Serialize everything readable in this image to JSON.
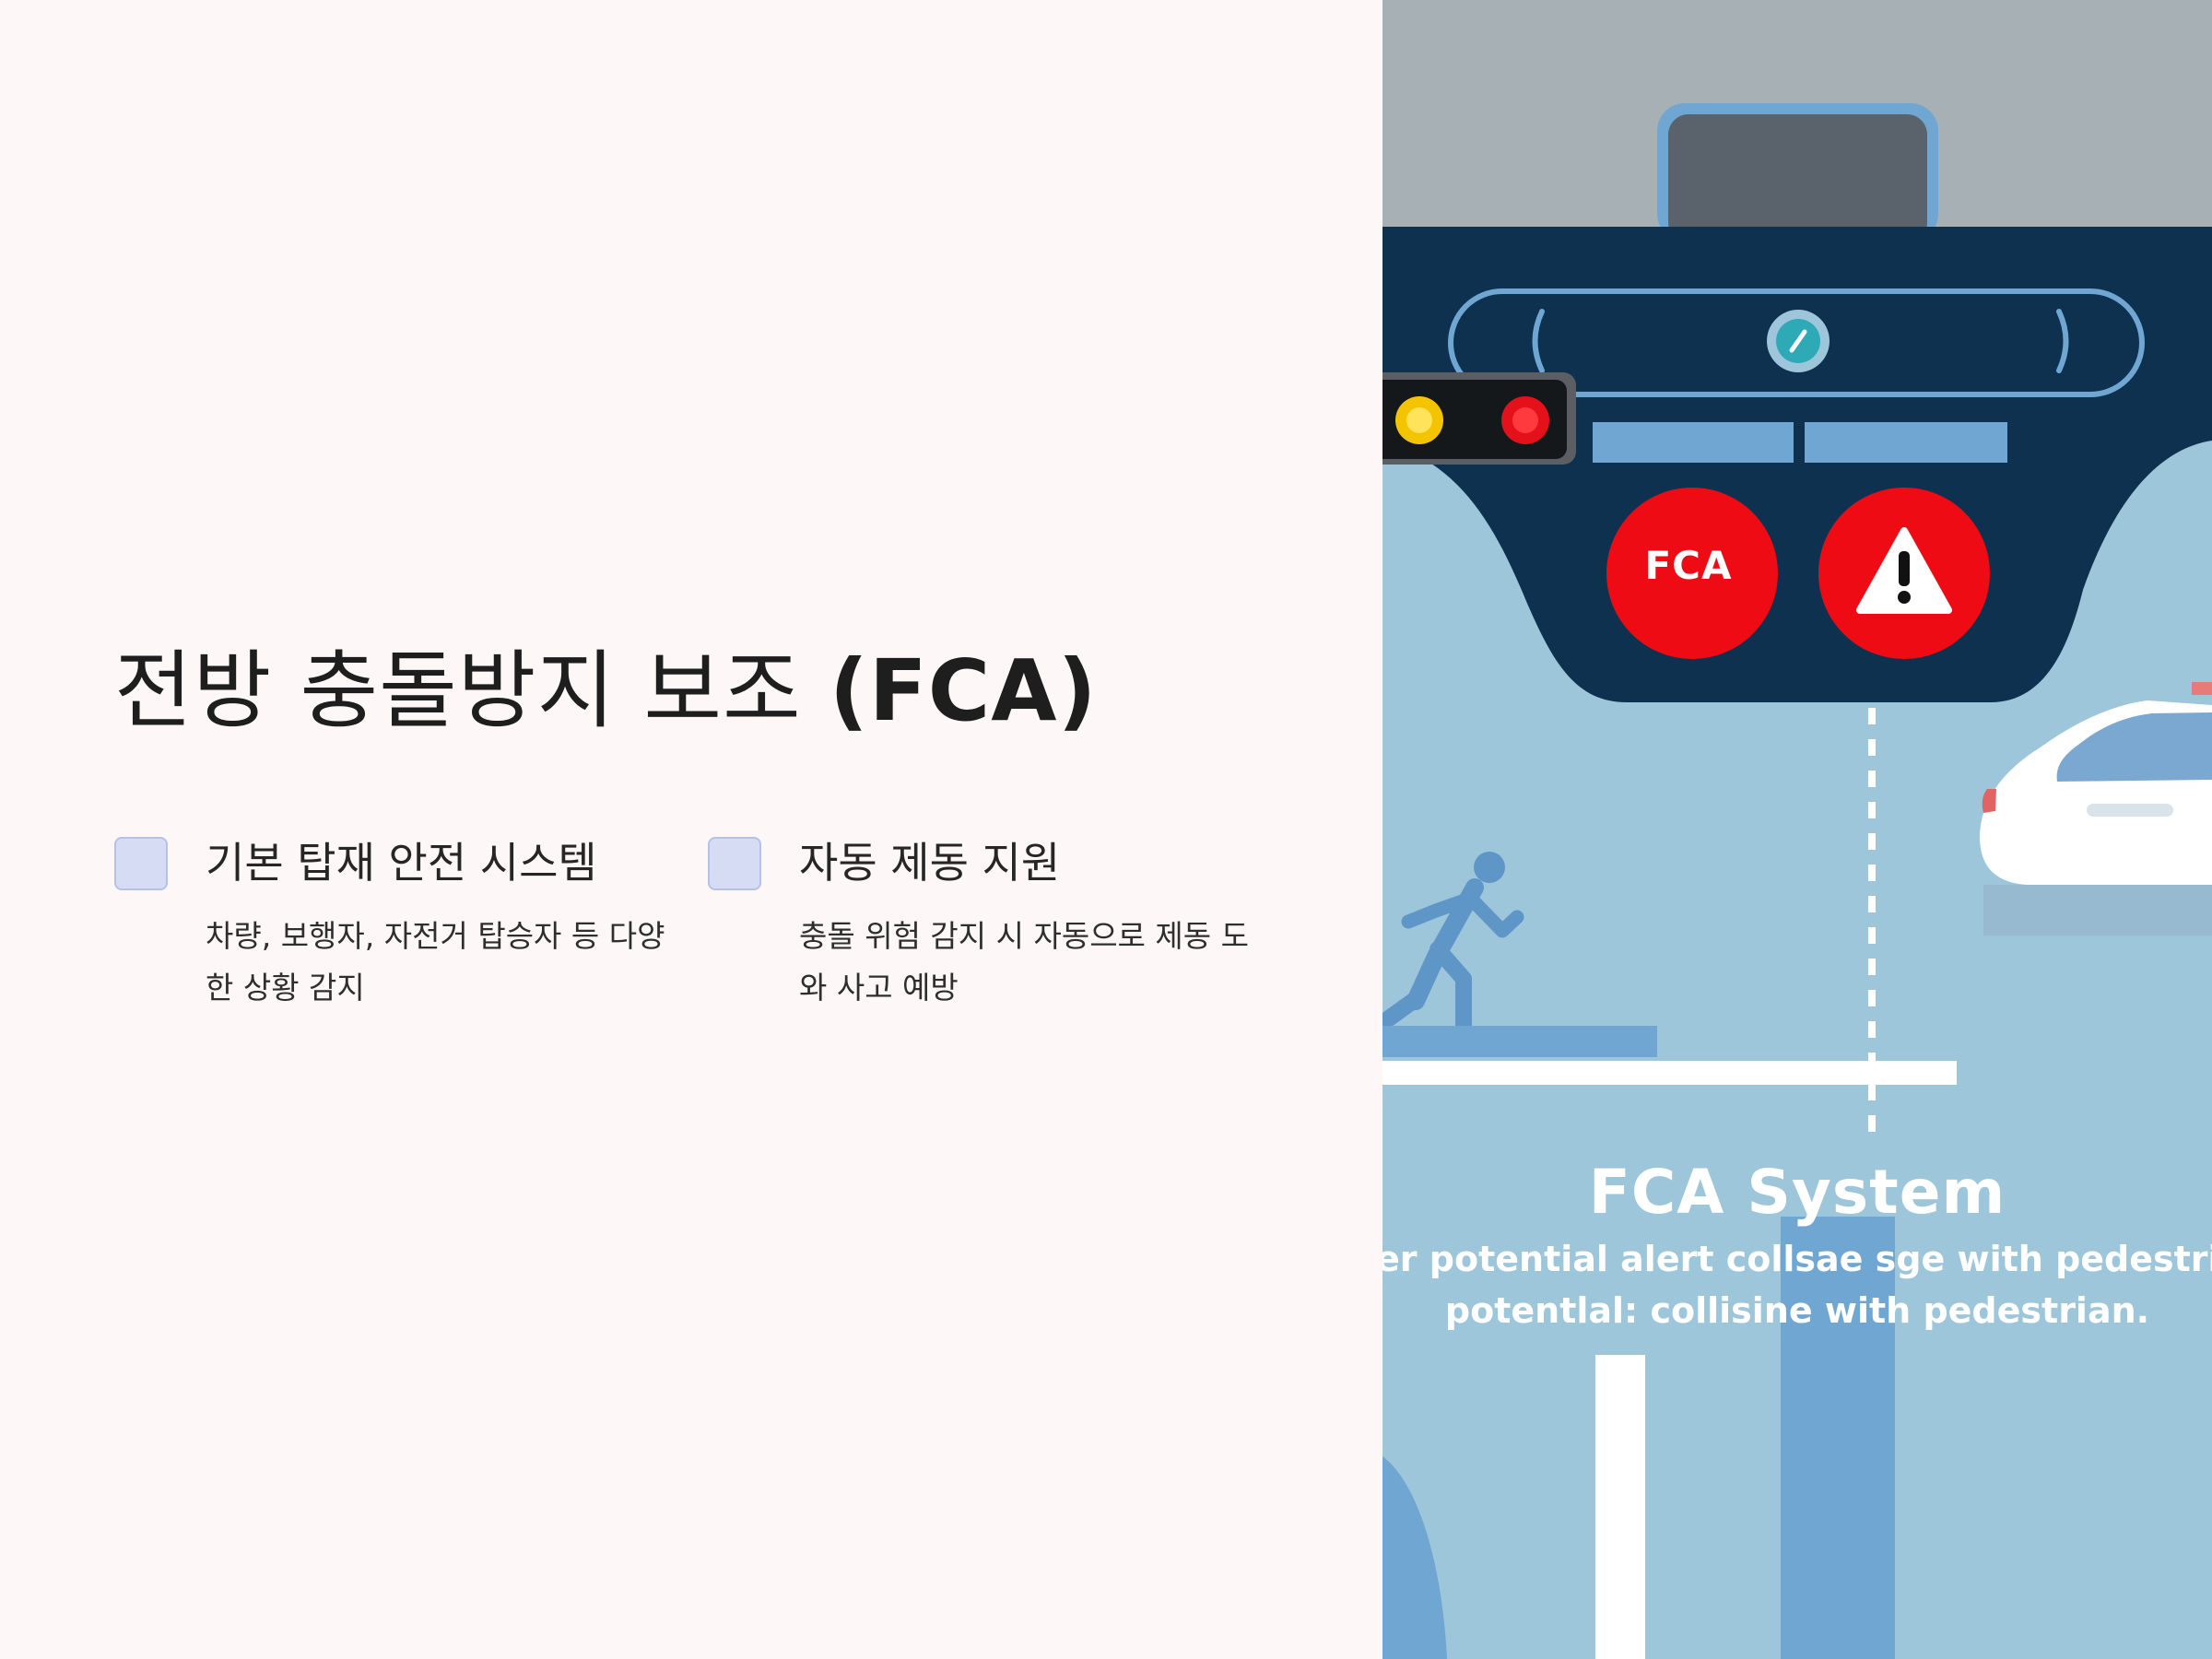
{
  "slide": {
    "title_main": "전방 충돌방지 보조",
    "title_acronym": "(FCA)",
    "features": [
      {
        "heading": "기본 탑재 안전 시스템",
        "description": "차량, 보행자, 자전거 탑승자 등 다양한 상황 감지"
      },
      {
        "heading": "자동 제동 지원",
        "description": "충돌 위험 감지 시 자동으로 제동 도와 사고 예방"
      }
    ]
  },
  "illustration": {
    "badge_label": "FCA",
    "caption_title": "FCA System",
    "caption_line1": "ler potential alert collsae sge with pedestrian",
    "caption_line2": "potentlal: collisine with pedestrian.",
    "colors": {
      "background": "#9ec6db",
      "dashboard": "#0f3150",
      "alert_red": "#ee0b14",
      "accent_blue": "#6fa6d2",
      "sky_gray": "#a7b0b5"
    },
    "icons": {
      "badge": "fca-badge-icon",
      "warning": "warning-triangle-icon",
      "camera": "front-camera-icon",
      "traffic_light": "traffic-light-icon",
      "pedestrian": "pedestrian-icon",
      "car": "car-icon"
    }
  }
}
